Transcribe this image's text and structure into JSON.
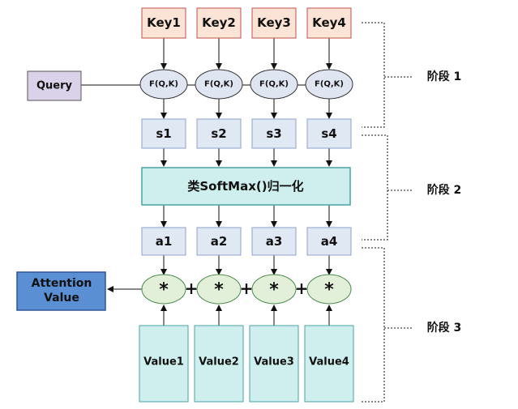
{
  "keys": [
    "Key1",
    "Key2",
    "Key3",
    "Key4"
  ],
  "query": "Query",
  "func": "F(Q,K)",
  "scores": [
    "s1",
    "s2",
    "s3",
    "s4"
  ],
  "softmax": "类SoftMax()归一化",
  "weights": [
    "a1",
    "a2",
    "a3",
    "a4"
  ],
  "multiply": "*",
  "plus": "+",
  "values": [
    "Value1",
    "Value2",
    "Value3",
    "Value4"
  ],
  "output": [
    "Attention",
    "Value"
  ],
  "stages": [
    "阶段 1",
    "阶段 2",
    "阶段 3"
  ],
  "colors": {
    "key_fill": "#fbe4d5",
    "key_stroke": "#c0504d",
    "query_fill": "#d9d2e9",
    "query_stroke": "#8064a2",
    "func_fill": "#dfe6f2",
    "score_fill": "#e0e8f4",
    "score_stroke": "#8ca0c8",
    "softmax_fill": "#cfeeee",
    "softmax_stroke": "#4aa3a3",
    "mult_fill": "#e2efd9",
    "mult_stroke": "#4a8c4a",
    "value_fill": "#cfeeee",
    "value_stroke": "#4aa3a3",
    "output_fill": "#5b8fd4",
    "output_stroke": "#2f5597"
  }
}
